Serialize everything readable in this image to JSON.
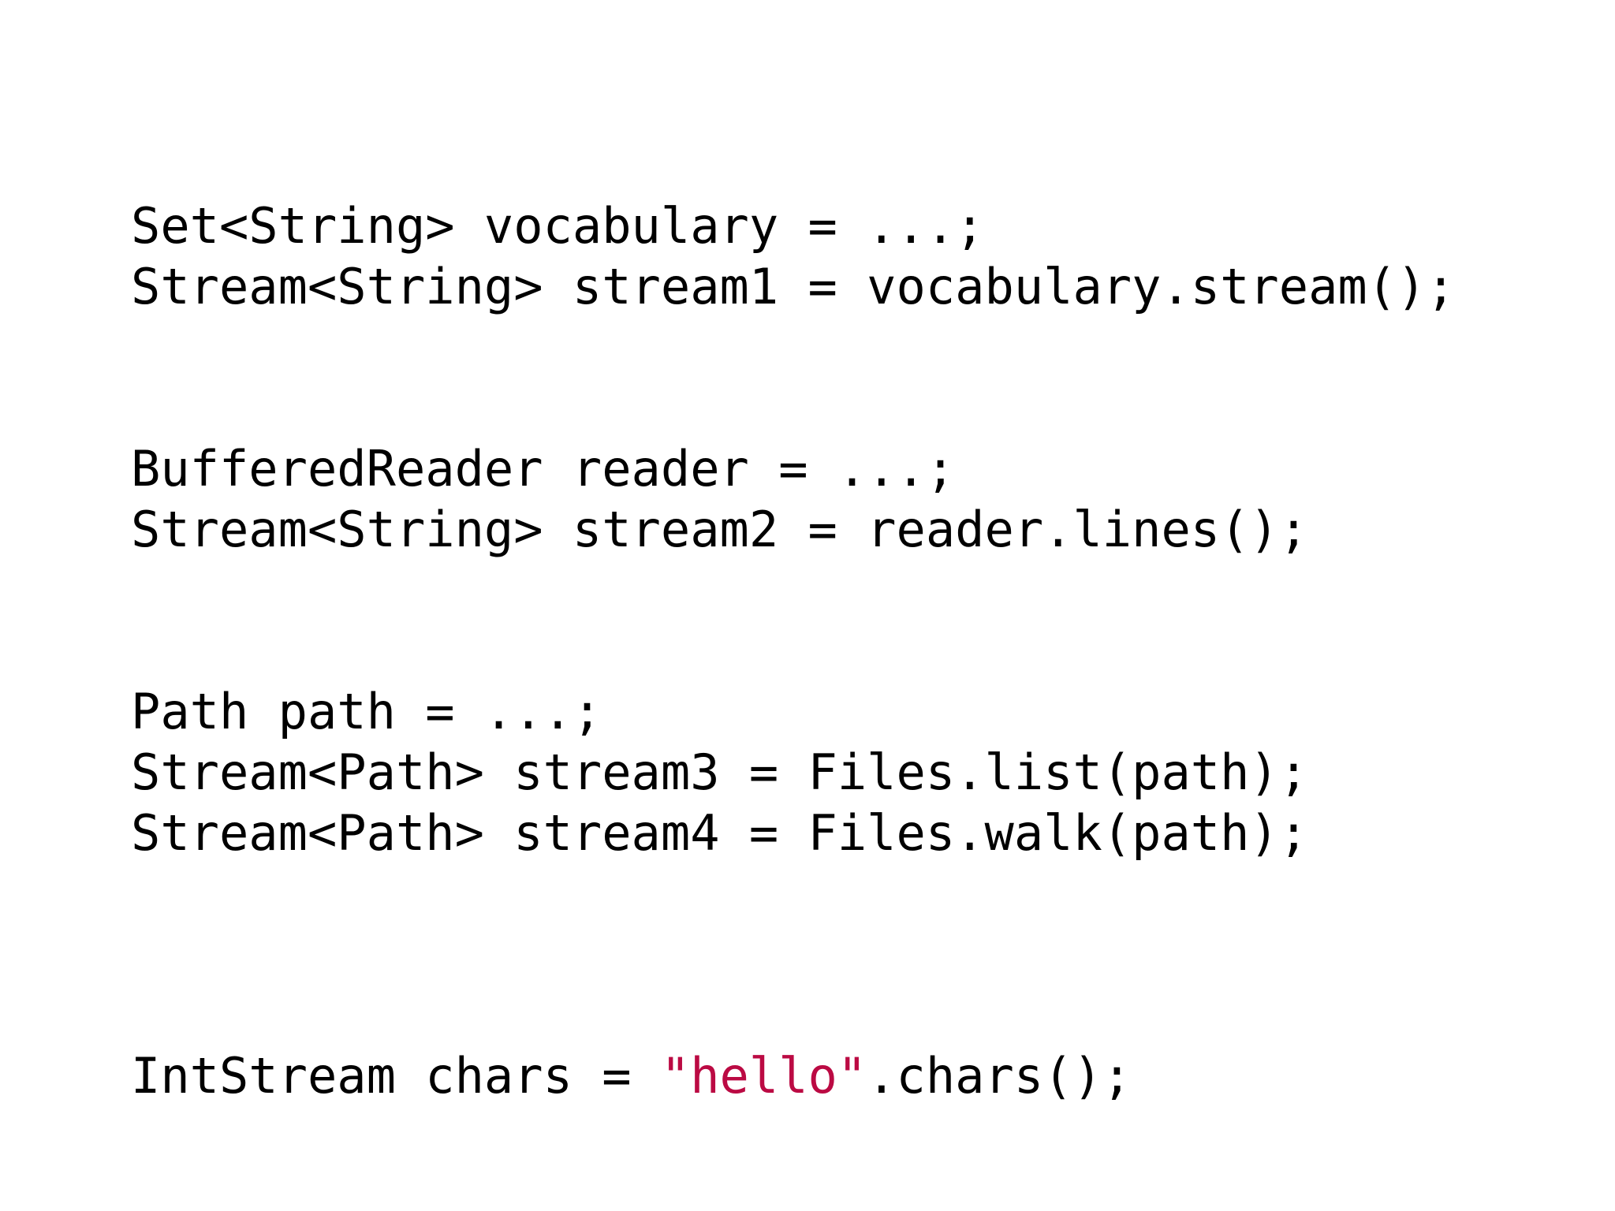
{
  "slide": {
    "background_color": "#ffffff",
    "text_color": "#000000",
    "string_literal_color": "#bb0a43",
    "language": "java"
  },
  "code": {
    "lines": [
      {
        "id": "line-1",
        "text": "Set<String> vocabulary = ...;"
      },
      {
        "id": "line-2",
        "text": "Stream<String> stream1 = vocabulary.stream();"
      },
      {
        "id": "line-3",
        "text": ""
      },
      {
        "id": "line-4",
        "text": ""
      },
      {
        "id": "line-5",
        "text": "BufferedReader reader = ...;"
      },
      {
        "id": "line-6",
        "text": "Stream<String> stream2 = reader.lines();"
      },
      {
        "id": "line-7",
        "text": ""
      },
      {
        "id": "line-8",
        "text": ""
      },
      {
        "id": "line-9",
        "text": "Path path = ...;"
      },
      {
        "id": "line-10",
        "text": "Stream<Path> stream3 = Files.list(path);"
      },
      {
        "id": "line-11",
        "text": "Stream<Path> stream4 = Files.walk(path);"
      },
      {
        "id": "line-12",
        "text": ""
      },
      {
        "id": "line-13",
        "text": ""
      },
      {
        "id": "line-14",
        "text": ""
      },
      {
        "id": "line-15",
        "prefix": "IntStream chars = ",
        "string": "\"hello\"",
        "suffix": ".chars();"
      }
    ]
  }
}
